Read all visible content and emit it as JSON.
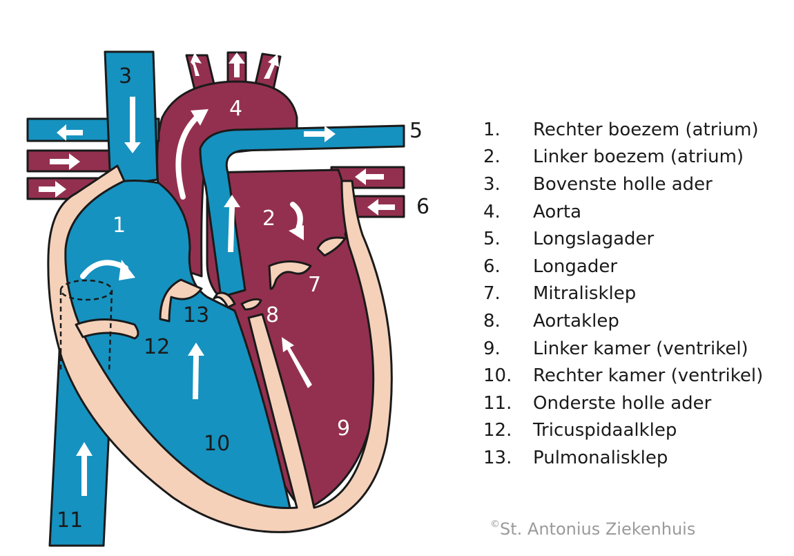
{
  "diagram": {
    "markers": [
      "1",
      "2",
      "3",
      "4",
      "5",
      "6",
      "7",
      "8",
      "9",
      "10",
      "11",
      "12",
      "13"
    ],
    "colors": {
      "deoxygenated": "#1592c0",
      "oxygenated": "#93304f",
      "tissue": "#f5d1ba",
      "outline": "#1a1a1a",
      "arrow": "#ffffff"
    }
  },
  "legend": [
    {
      "num": "1.",
      "label": "Rechter boezem (atrium)"
    },
    {
      "num": "2.",
      "label": "Linker boezem (atrium)"
    },
    {
      "num": "3.",
      "label": "Bovenste holle ader"
    },
    {
      "num": "4.",
      "label": "Aorta"
    },
    {
      "num": "5.",
      "label": "Longslagader"
    },
    {
      "num": "6.",
      "label": "Longader"
    },
    {
      "num": "7.",
      "label": "Mitralisklep"
    },
    {
      "num": "8.",
      "label": "Aortaklep"
    },
    {
      "num": "9.",
      "label": "Linker kamer (ventrikel)"
    },
    {
      "num": "10.",
      "label": "Rechter kamer (ventrikel)"
    },
    {
      "num": "11.",
      "label": "Onderste holle ader"
    },
    {
      "num": "12.",
      "label": "Tricuspidaalklep"
    },
    {
      "num": "13.",
      "label": "Pulmonalisklep"
    }
  ],
  "credit": {
    "symbol": "©",
    "text": "St. Antonius Ziekenhuis"
  }
}
